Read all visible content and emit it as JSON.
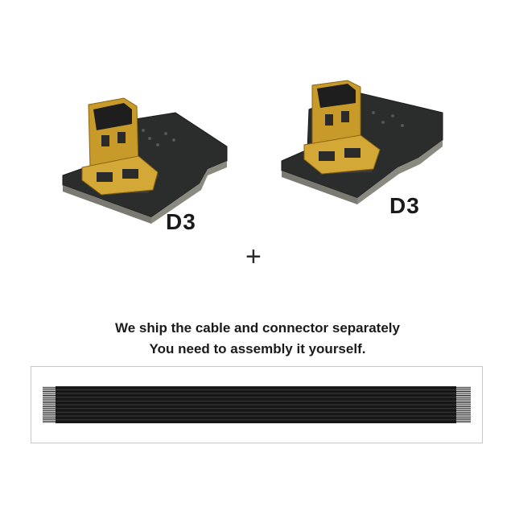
{
  "connectors": [
    {
      "label": "D3"
    },
    {
      "label": "D3"
    }
  ],
  "plus": "+",
  "caption": {
    "line1": "We ship the cable and connector separately",
    "line2": "You need to assembly it yourself."
  },
  "colors": {
    "pcb": "#2b2d2c",
    "gold": "#c79a2a",
    "cable": "#1c1c1c",
    "border": "#c8c8c8"
  },
  "icons": [
    "micro-hdmi-connector-icon",
    "ffc-cable-icon"
  ]
}
